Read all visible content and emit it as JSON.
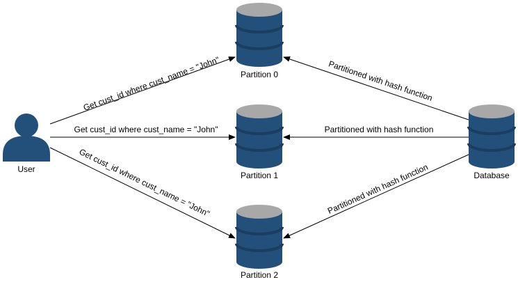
{
  "colors": {
    "db_fill": "#23507a",
    "db_top": "#a8a8a8",
    "db_band": "#1b3d5e",
    "user_fill": "#23507a",
    "line": "#000000"
  },
  "nodes": {
    "user": {
      "label": "User",
      "icon": "user-icon"
    },
    "partition0": {
      "label": "Partition 0",
      "icon": "database-icon"
    },
    "partition1": {
      "label": "Partition 1",
      "icon": "database-icon"
    },
    "partition2": {
      "label": "Partition 2",
      "icon": "database-icon"
    },
    "database": {
      "label": "Database",
      "icon": "database-icon"
    }
  },
  "edges": {
    "user_to_p0": "Get cust_id where cust_name = \"John\"",
    "user_to_p1": "Get cust_id where cust_name = \"John\"",
    "user_to_p2": "Get cust_id where cust_name = \"John\"",
    "db_to_p0": "Partitioned with hash function",
    "db_to_p1": "Partitioned with hash function",
    "db_to_p2": "Partitioned with hash function"
  }
}
